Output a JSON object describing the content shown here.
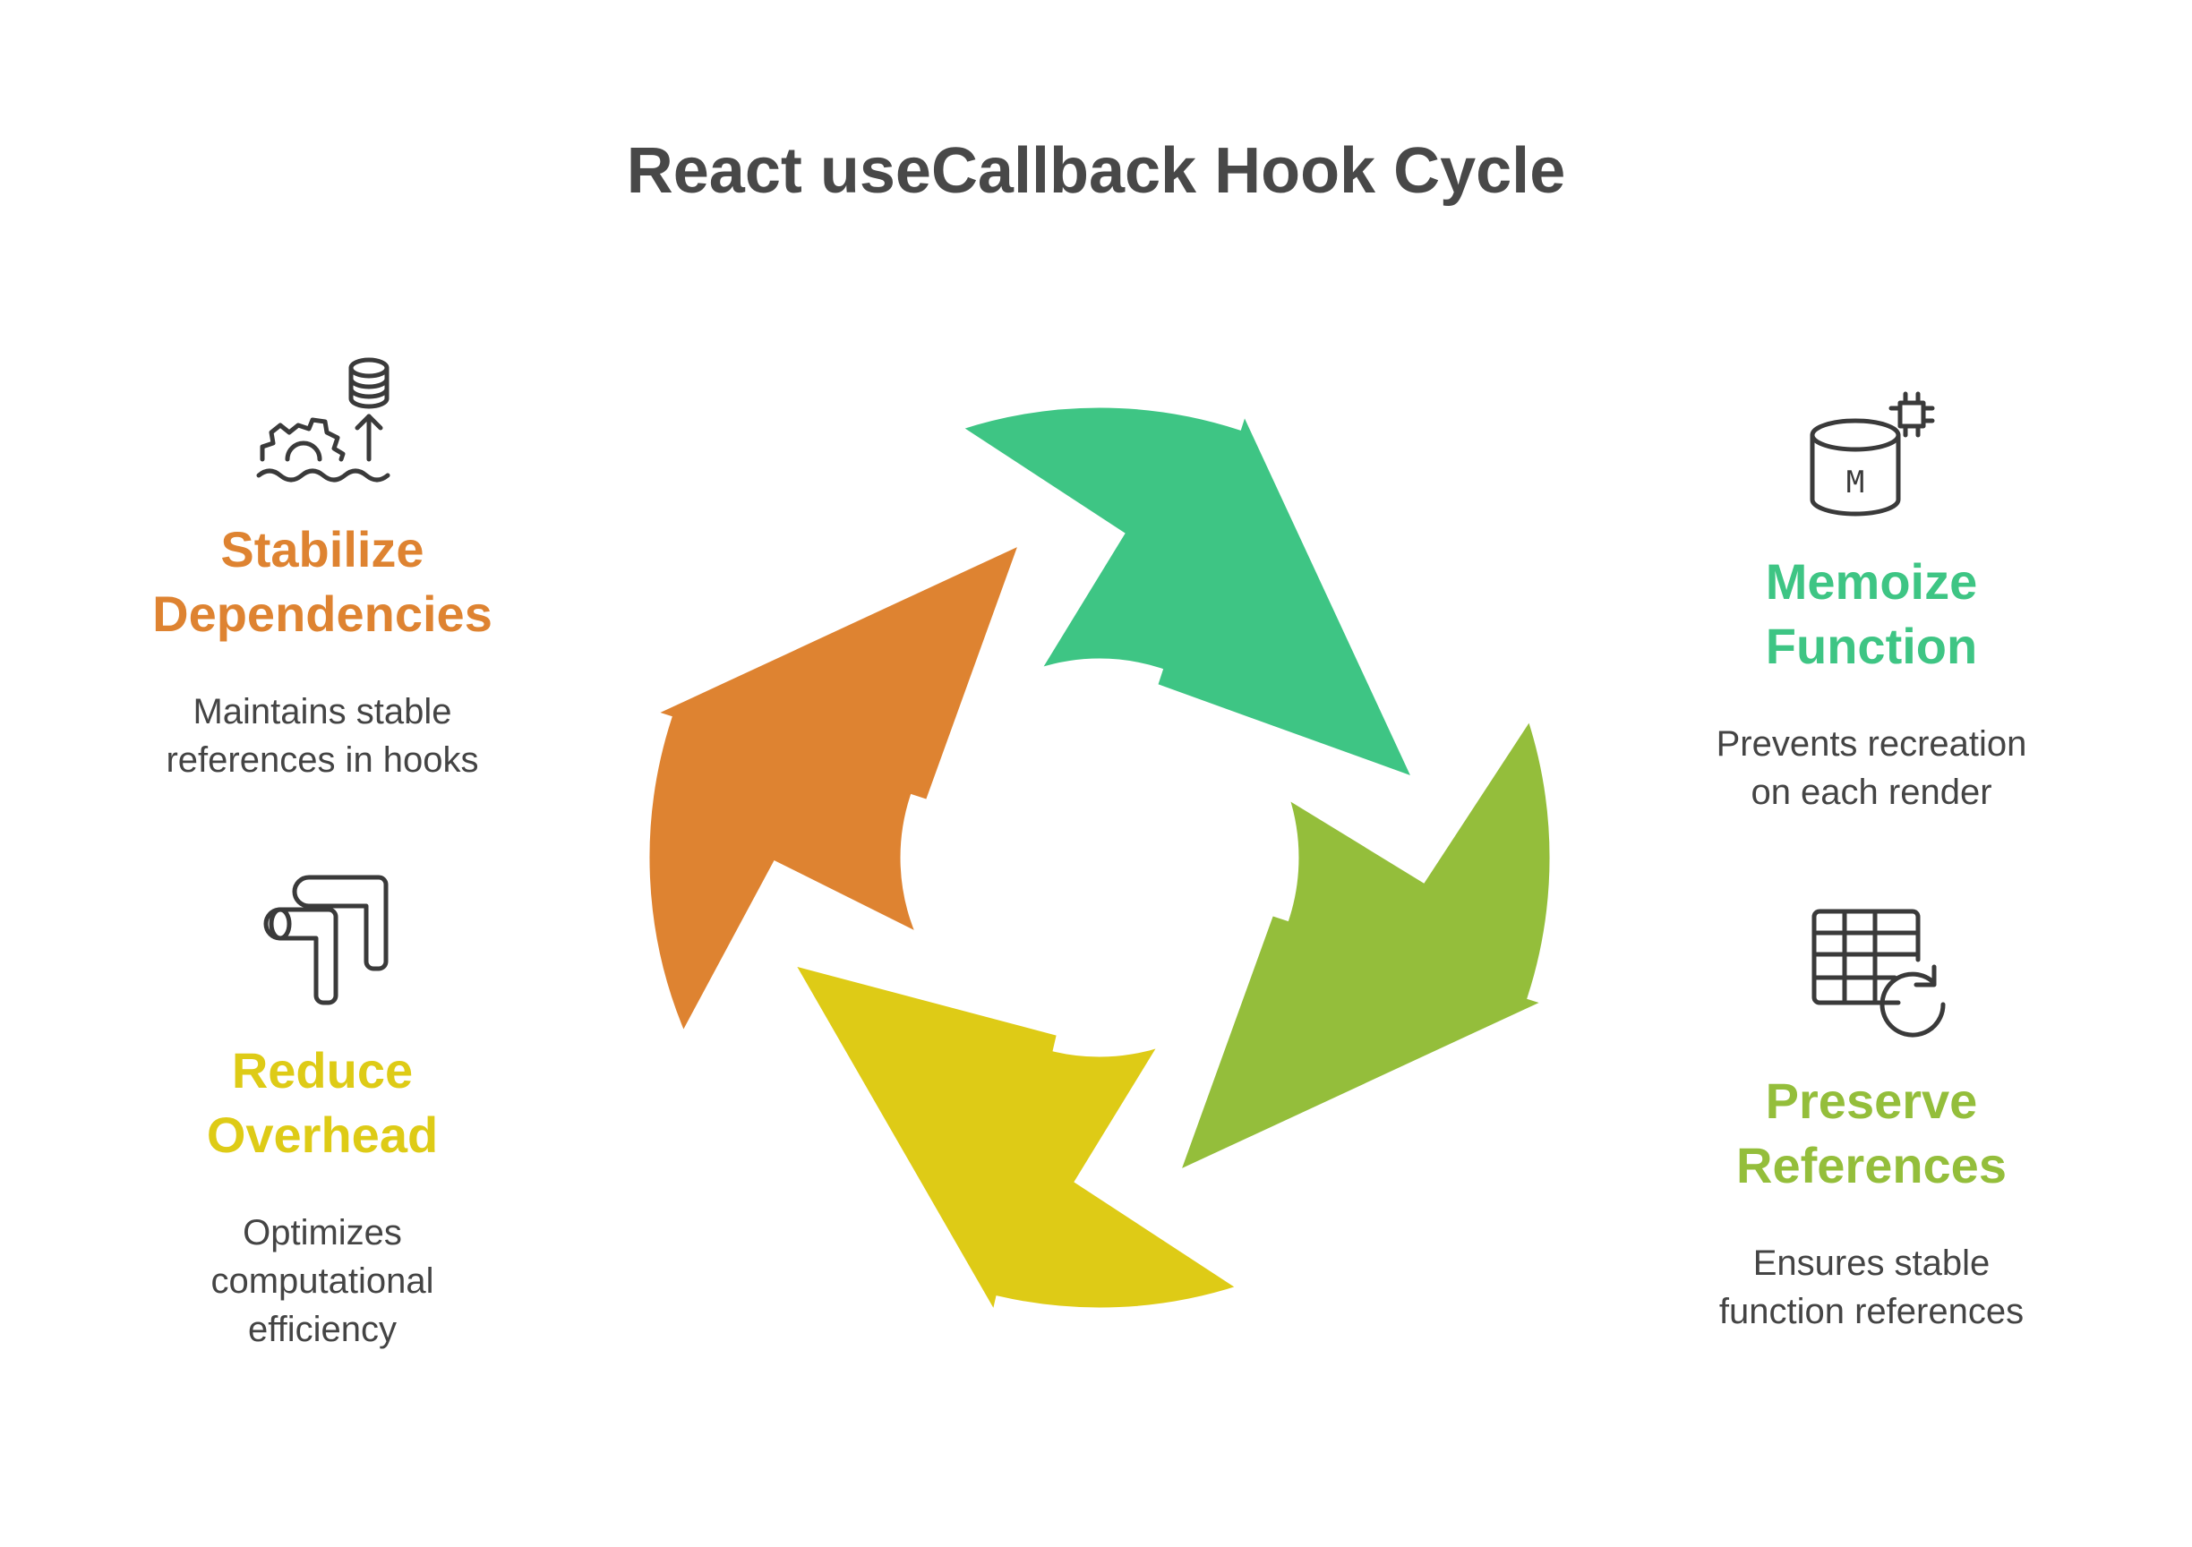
{
  "title": "React useCallback Hook Cycle",
  "colors": {
    "orange": "#DE8331",
    "green": "#3EC584",
    "lime": "#94BE3B",
    "yellow": "#DECB16",
    "text": "#444444",
    "icon": "#3A3A3A"
  },
  "steps": [
    {
      "id": "stabilize",
      "heading": "Stabilize\nDependencies",
      "description": "Maintains stable\nreferences in hooks",
      "color": "#DE8331",
      "icon": "gear-database-arrow-icon"
    },
    {
      "id": "memoize",
      "heading": "Memoize\nFunction",
      "description": "Prevents recreation\non each render",
      "color": "#3EC584",
      "icon": "memory-cylinder-chip-icon"
    },
    {
      "id": "preserve",
      "heading": "Preserve\nReferences",
      "description": "Ensures stable\nfunction references",
      "color": "#94BE3B",
      "icon": "table-refresh-icon"
    },
    {
      "id": "reduce",
      "heading": "Reduce\nOverhead",
      "description": "Optimizes\ncomputational\nefficiency",
      "color": "#DECB16",
      "icon": "pipe-elbow-icon"
    }
  ],
  "icon_glyph": {
    "memoize_letter": "M"
  }
}
